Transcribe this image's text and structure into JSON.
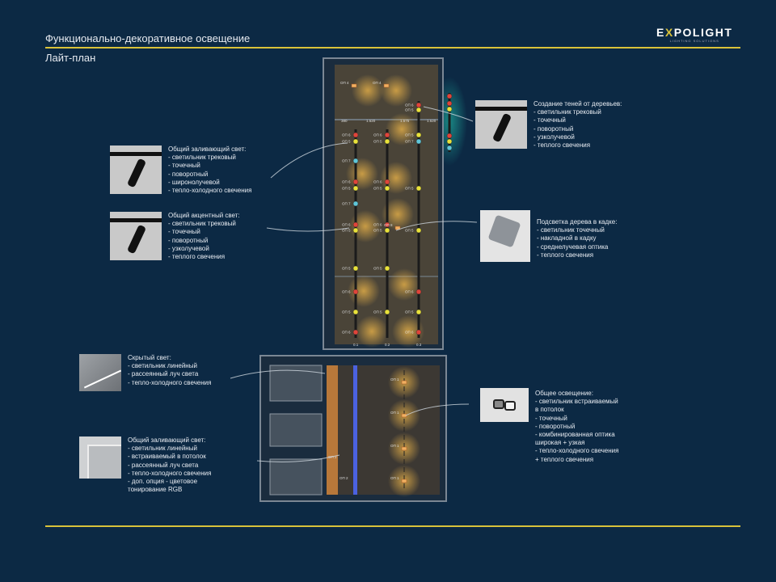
{
  "header": {
    "title": "Функционально-декоративное освещение",
    "subtitle": "Лайт-план",
    "logo_main_1": "E",
    "logo_x": "X",
    "logo_main_2": "POLIGHT",
    "logo_sub": "LIGHTING SOLUTIONS"
  },
  "colors": {
    "background": "#0c2944",
    "accent": "#d9c23a",
    "lamp_red": "#e0443a",
    "lamp_yellow": "#e9e23a",
    "lamp_cyan": "#5fc6d8"
  },
  "legend": [
    {
      "heading": "Общий заливающий свет:",
      "lines": "- светильник трековый\n- точечный\n- поворотный\n- широнолучевой\n- тепло-холодного свечения"
    },
    {
      "heading": "Общий акцентный свет:",
      "lines": "- светильник трековый\n- точечный\n- поворотный\n- узколучевой\n- теплого свечения"
    },
    {
      "heading": "Создание теней от деревьев:",
      "lines": "- светильник трековый\n- точечный\n- поворотный\n- узколучевой\n- теплого свечения"
    },
    {
      "heading": "Подсветка дерева в кадке:",
      "lines": "- светильник точечный\n- накладной в кадку\n- среднелучевая оптика\n- теплого свечения"
    },
    {
      "heading": "Скрытый свет:",
      "lines": "- светильник линейный\n- рассеянный луч света\n- тепло-холодного свечения"
    },
    {
      "heading": "Общий заливающий свет:",
      "lines": "- светильник линейный\n- встраиваемый в потолок\n- рассеянный луч света\n- тепло-холодного свечения\n- доп. опция - цветовое\nтонирование RGB"
    },
    {
      "heading": "Общее освещение:",
      "lines": "- светильник встраиваемый\nв потолок\n- точечный\n- поворотный\n- комбинированная оптика\nширокая + узкая\n- тепло-холодного свечения\n+ теплого свечения"
    }
  ],
  "plan": {
    "dimensions": [
      "380",
      "1.520",
      "1.575",
      "1.520"
    ],
    "track_labels": [
      "0.1",
      "0.2",
      "0.3"
    ],
    "lamps": [
      {
        "label": "ОП 6",
        "type": "red"
      },
      {
        "label": "ОП 5",
        "type": "yellow"
      },
      {
        "label": "ОП 7",
        "type": "cyan"
      },
      {
        "label": "ОП 6",
        "type": "red"
      },
      {
        "label": "ОП 5",
        "type": "yellow"
      },
      {
        "label": "ОП 7",
        "type": "cyan"
      },
      {
        "label": "ОП 6",
        "type": "red"
      },
      {
        "label": "ОП 5",
        "type": "yellow"
      },
      {
        "label": "ОП 5",
        "type": "yellow"
      },
      {
        "label": "ОП 6",
        "type": "red"
      },
      {
        "label": "ОП 5",
        "type": "yellow"
      },
      {
        "label": "ОП 6",
        "type": "red"
      },
      {
        "label": "ОП 6",
        "type": "red"
      },
      {
        "label": "ОП 5",
        "type": "yellow"
      },
      {
        "label": "ОП 6",
        "type": "red"
      },
      {
        "label": "ОП 5",
        "type": "yellow"
      },
      {
        "label": "ОП 6",
        "type": "red"
      },
      {
        "label": "ОП 5",
        "type": "yellow"
      },
      {
        "label": "ОП 5",
        "type": "yellow"
      },
      {
        "label": "ОП 5",
        "type": "yellow"
      },
      {
        "label": "ОП 6",
        "type": "red"
      },
      {
        "label": "ОП 5",
        "type": "yellow"
      },
      {
        "label": "ОП 5",
        "type": "yellow"
      },
      {
        "label": "ОП 7",
        "type": "cyan"
      },
      {
        "label": "ОП 5",
        "type": "yellow"
      },
      {
        "label": "ОП 5",
        "type": "yellow"
      },
      {
        "label": "ОП 6",
        "type": "red"
      },
      {
        "label": "ОП 5",
        "type": "yellow"
      },
      {
        "label": "ОП 6",
        "type": "red"
      },
      {
        "label": "",
        "type": "red"
      },
      {
        "label": "",
        "type": "red"
      },
      {
        "label": "",
        "type": "yellow"
      },
      {
        "label": "",
        "type": "red"
      },
      {
        "label": "",
        "type": "yellow"
      },
      {
        "label": "",
        "type": "cyan"
      }
    ],
    "fixtures": [
      {
        "label": "ОП 4"
      },
      {
        "label": "ОП 4"
      },
      {
        "label": "ОП 1"
      },
      {
        "label": "ОП 1"
      },
      {
        "label": "ОП 1"
      },
      {
        "label": "ОП 1"
      },
      {
        "label": "ОП 8"
      }
    ],
    "linear_labels": [
      "ОП 2",
      "ОП 2"
    ]
  }
}
